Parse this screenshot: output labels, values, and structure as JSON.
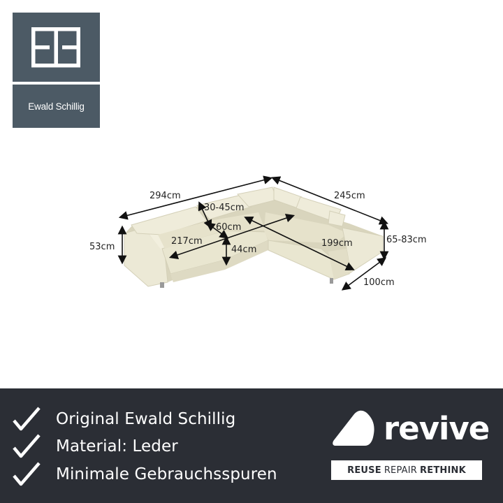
{
  "brand": {
    "name": "Ewald Schillig",
    "logo_color": "#4c5a65"
  },
  "dimensions": {
    "width_left": "294cm",
    "width_right": "245cm",
    "backrest_depth": "30-45cm",
    "seat_depth": "60cm",
    "seat_length_left": "217cm",
    "seat_height": "44cm",
    "seat_length_right": "199cm",
    "total_height": "53cm",
    "height_adjustable": "65-83cm",
    "depth_chaise": "100cm"
  },
  "features": [
    {
      "icon": "checkmark-icon",
      "text": "Original Ewald Schillig"
    },
    {
      "icon": "checkmark-icon",
      "text": "Material: Leder"
    },
    {
      "icon": "checkmark-icon",
      "text": "Minimale Gebrauchsspuren"
    }
  ],
  "revive": {
    "wordmark": "revive",
    "tagline_1": "REUSE",
    "tagline_2": "REPAIR",
    "tagline_3": "RETHINK"
  },
  "colors": {
    "banner": "#2b2e35",
    "sofa": "#ebe8d3",
    "text_on_banner": "#ffffff"
  }
}
